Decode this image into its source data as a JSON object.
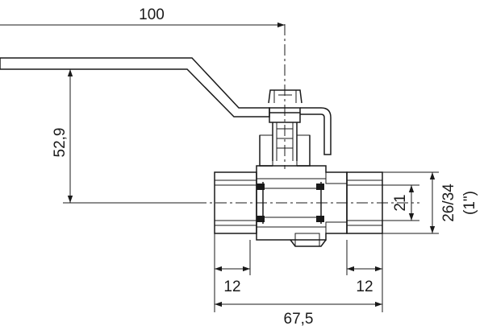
{
  "dimensions": {
    "handle_length": "100",
    "handle_height": "52,9",
    "bore": "21",
    "thread_size": "26/34",
    "thread_inch": "(1\")",
    "thread_length_left": "12",
    "thread_length_right": "12",
    "overall_length": "67,5"
  },
  "colors": {
    "line": "#1a1a1a",
    "background": "#ffffff"
  }
}
